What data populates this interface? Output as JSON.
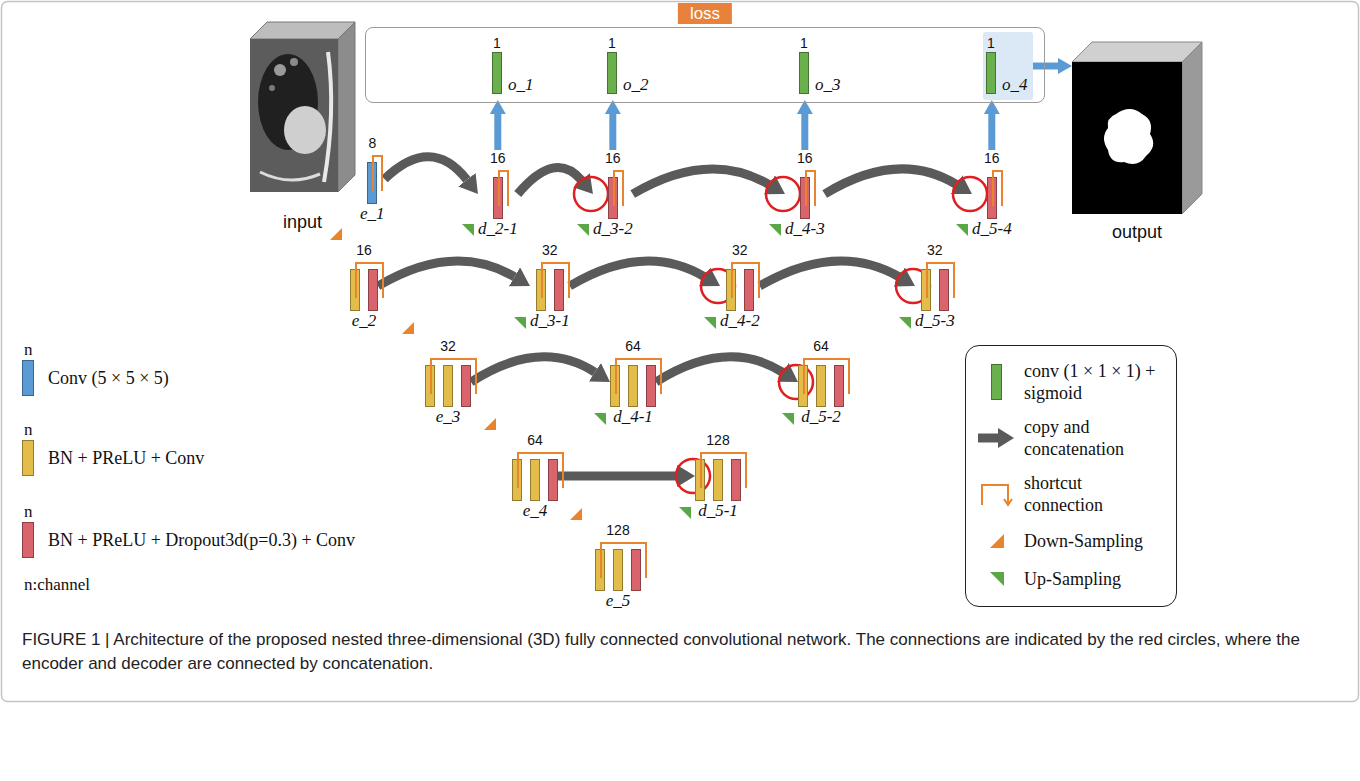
{
  "diagram": {
    "caption": "FIGURE 1 | Architecture of the proposed nested three-dimensional (3D) fully connected convolutional network. The connections are indicated by the red circles, where the encoder and decoder are connected by concatenation.",
    "nodes": [
      {
        "text": [
          "loss"
        ]
      },
      {
        "text": [
          "1",
          "o_1"
        ],
        "in": 0
      },
      {
        "text": [
          "1",
          "o_2"
        ],
        "in": 0
      },
      {
        "text": [
          "1",
          "o_3"
        ],
        "in": 0
      },
      {
        "text": [
          "1",
          "o_4"
        ],
        "in": 0
      },
      {
        "text": [
          "input"
        ]
      },
      {
        "text": [
          "output"
        ]
      },
      {
        "text": [
          "8",
          "e_1"
        ]
      },
      {
        "text": [
          "16",
          "d_2-1"
        ]
      },
      {
        "text": [
          "16",
          "d_3-2"
        ]
      },
      {
        "text": [
          "16",
          "d_4-3"
        ]
      },
      {
        "text": [
          "16",
          "d_5-4"
        ]
      },
      {
        "text": [
          "16",
          "e_2"
        ]
      },
      {
        "text": [
          "32",
          "d_3-1"
        ]
      },
      {
        "text": [
          "32",
          "d_4-2"
        ]
      },
      {
        "text": [
          "32",
          "d_5-3"
        ]
      },
      {
        "text": [
          "32",
          "e_3"
        ]
      },
      {
        "text": [
          "64",
          "d_4-1"
        ]
      },
      {
        "text": [
          "64",
          "d_5-2"
        ]
      },
      {
        "text": [
          "64",
          "e_4"
        ]
      },
      {
        "text": [
          "128",
          "d_5-1"
        ]
      },
      {
        "text": [
          "128",
          "e_5"
        ]
      }
    ],
    "edges": [
      {
        "from": 7,
        "to": 8,
        "arrow": "to"
      },
      {
        "from": 8,
        "to": 9,
        "arrow": "to"
      },
      {
        "from": 9,
        "to": 10,
        "arrow": "to"
      },
      {
        "from": 10,
        "to": 11,
        "arrow": "to"
      },
      {
        "from": 12,
        "to": 13,
        "arrow": "to"
      },
      {
        "from": 13,
        "to": 14,
        "arrow": "to"
      },
      {
        "from": 14,
        "to": 15,
        "arrow": "to"
      },
      {
        "from": 16,
        "to": 17,
        "arrow": "to"
      },
      {
        "from": 17,
        "to": 18,
        "arrow": "to"
      },
      {
        "from": 19,
        "to": 20,
        "arrow": "to"
      },
      {
        "from": 8,
        "to": 1,
        "arrow": "to"
      },
      {
        "from": 9,
        "to": 2,
        "arrow": "to"
      },
      {
        "from": 10,
        "to": 3,
        "arrow": "to"
      },
      {
        "from": 11,
        "to": 4,
        "arrow": "to"
      },
      {
        "from": 4,
        "to": 6,
        "arrow": "to"
      }
    ],
    "labels": [
      "n",
      "n",
      "n",
      "n:channel"
    ],
    "legend": [
      {
        "text": "Conv (5 × 5 × 5)",
        "color": "#5b9bd5"
      },
      {
        "text": "BN + PReLU + Conv",
        "color": "#e3bd4a"
      },
      {
        "text": "BN + PReLU + Dropout3d(p=0.3) + Conv",
        "color": "#d9646c"
      },
      {
        "text": "conv (1 × 1 × 1) + sigmoid",
        "color": "#6ab04c"
      },
      {
        "text": "copy and concatenation"
      },
      {
        "text": "shortcut connection"
      },
      {
        "text": "Down-Sampling"
      },
      {
        "text": "Up-Sampling"
      }
    ]
  }
}
